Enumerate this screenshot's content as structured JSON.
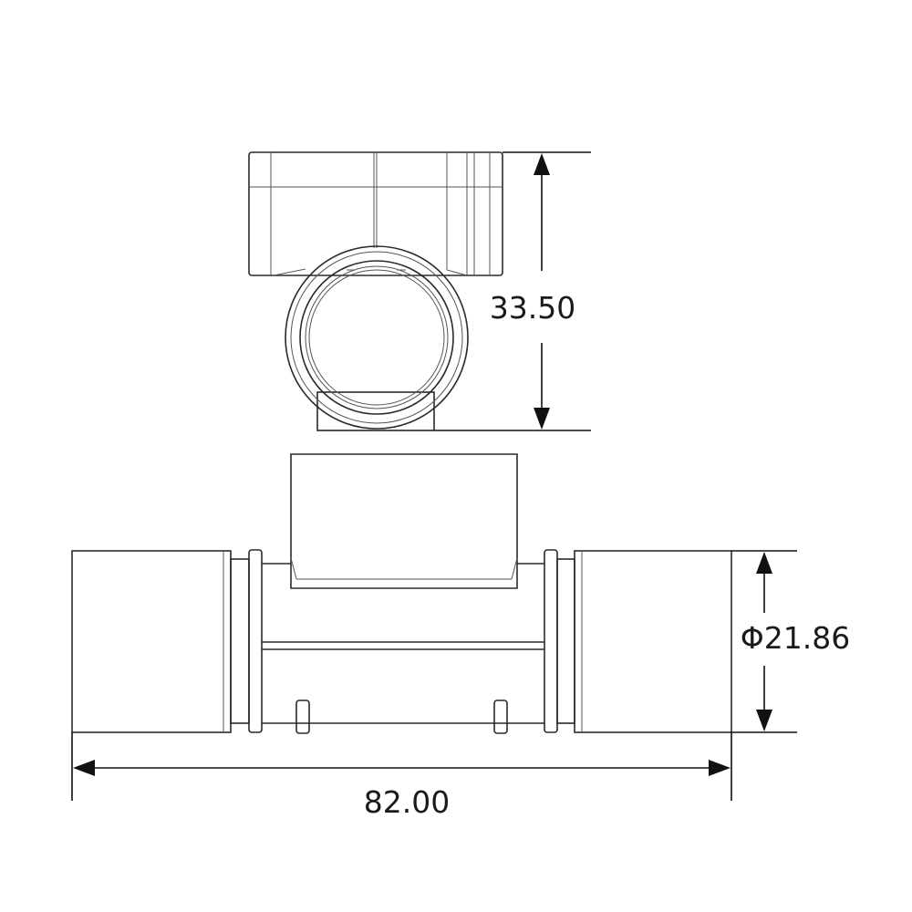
{
  "drawing": {
    "dimensions": {
      "height": "33.50",
      "diameter": "Φ21.86",
      "length": "82.00"
    },
    "colors": {
      "line": "#2a2a2a",
      "dimension": "#111111",
      "background": "#ffffff"
    }
  }
}
